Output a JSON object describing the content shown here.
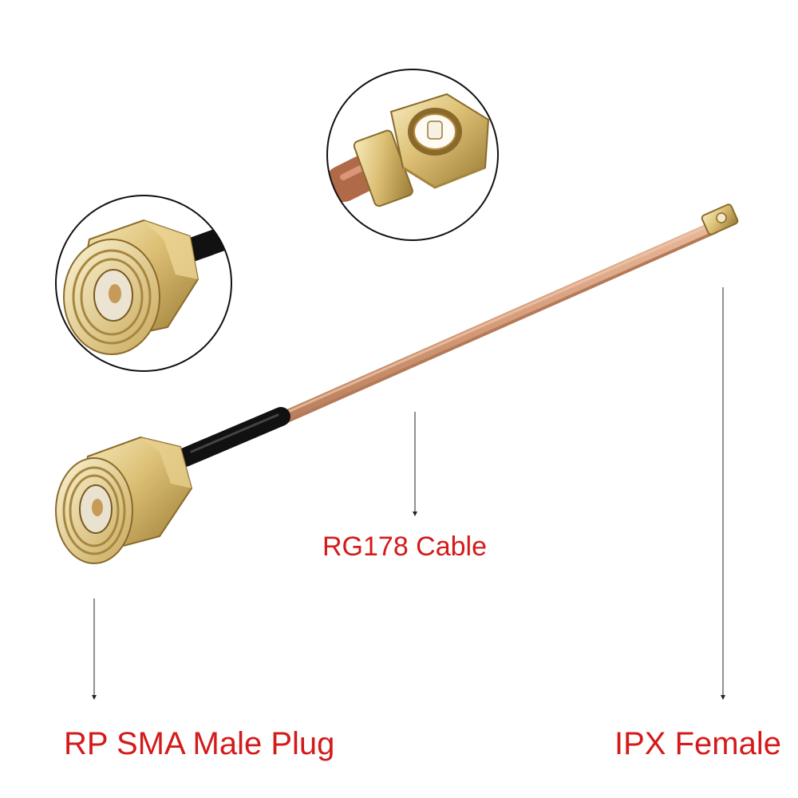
{
  "labels": {
    "cable": "RG178 Cable",
    "rp_sma": "RP SMA Male Plug",
    "ipx": "IPX Female"
  },
  "colors": {
    "label_text": "#d41a1a",
    "gold_light": "#f3e2a6",
    "gold_mid": "#d6b76a",
    "gold_dark": "#9a7a35",
    "cable_copper": "#d9a07f",
    "cable_shadow": "#b9805f",
    "heatshrink_black": "#111111",
    "circle_outline": "#111111"
  },
  "icons": {
    "rp_sma_closeup": "rp-sma-connector-closeup",
    "ipx_closeup": "ipx-connector-closeup",
    "cable": "coax-cable"
  }
}
